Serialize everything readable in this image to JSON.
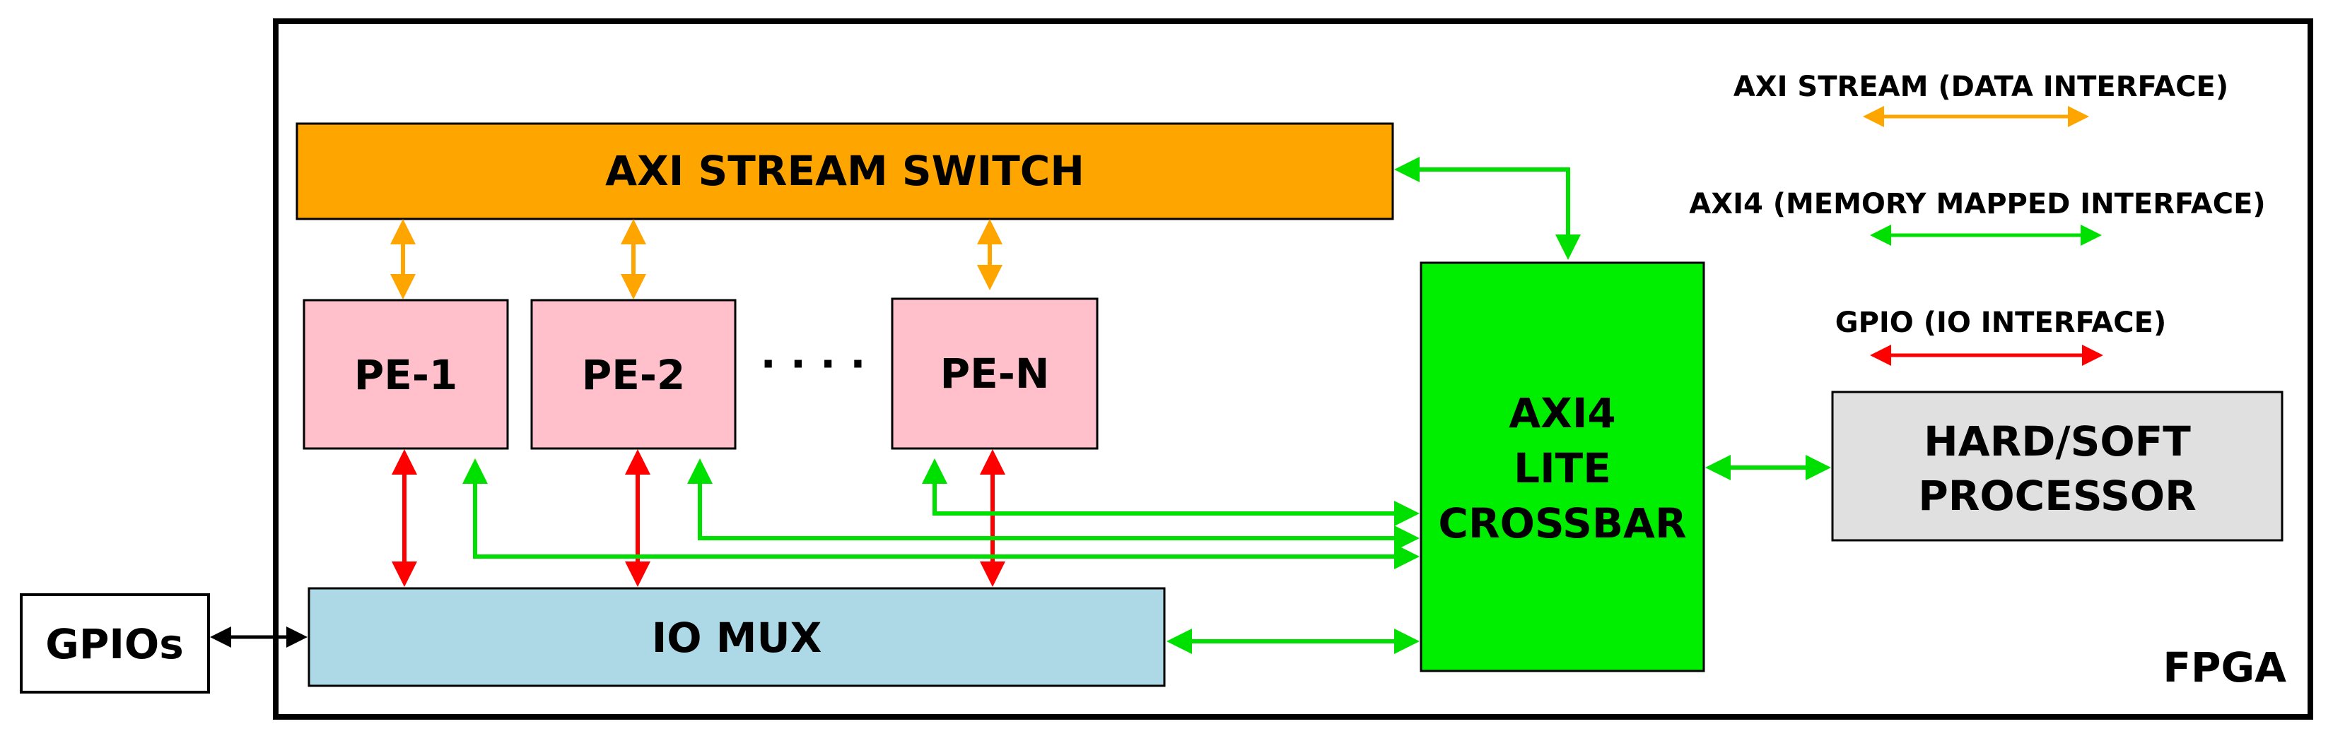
{
  "fpga_label": "FPGA",
  "blocks": {
    "axi_stream_switch": "AXI STREAM SWITCH",
    "pe_1": "PE-1",
    "pe_2": "PE-2",
    "pe_n": "PE-N",
    "ellipsis": "· · · ·",
    "io_mux": "IO MUX",
    "crossbar": [
      "AXI4",
      "LITE",
      "CROSSBAR"
    ],
    "processor": [
      "HARD/SOFT",
      "PROCESSOR"
    ],
    "gpios": "GPIOs"
  },
  "legend": [
    {
      "label": "AXI STREAM (DATA INTERFACE)",
      "color": "#FFA500"
    },
    {
      "label": "AXI4 (MEMORY MAPPED INTERFACE)",
      "color": "#00E000"
    },
    {
      "label": "GPIO (IO INTERFACE)",
      "color": "#FF0000"
    }
  ],
  "colors": {
    "axi_stream": "#FFA500",
    "axi4": "#00E000",
    "gpio": "#FF0000",
    "external": "#000000",
    "switch_fill": "#FFA500",
    "pe_fill": "#FFC0CB",
    "io_mux_fill": "#ADD8E6",
    "crossbar_fill": "#00EE00",
    "processor_fill": "#E0E0E0"
  }
}
